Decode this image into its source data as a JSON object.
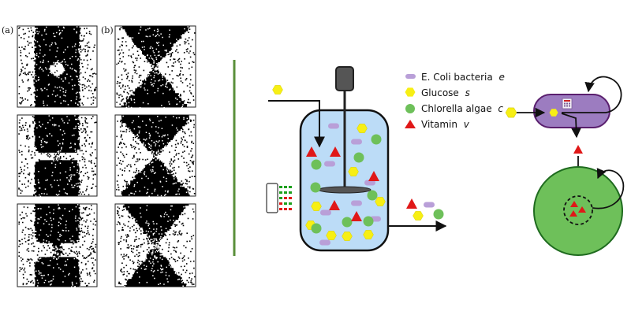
{
  "panels": {
    "a_label": "(a)",
    "b_label": "(b)"
  },
  "legend": [
    {
      "label": "E. Coli bacteria",
      "var": "e",
      "symbol": "ecoli-pill",
      "color": "#b99fd8"
    },
    {
      "label": "Glucose",
      "var": "s",
      "symbol": "hexagon",
      "color": "#f7ef14"
    },
    {
      "label": "Chlorella algae",
      "var": "c",
      "symbol": "circle",
      "color": "#6ec05a"
    },
    {
      "label": "Vitamin",
      "var": "v",
      "symbol": "triangle",
      "color": "#e01818"
    }
  ],
  "colors": {
    "divider": "#5a8f3a",
    "vessel_fill": "#bcdcf7",
    "ecoli_cell": "#9c7cc0",
    "algae_cell": "#6ec05a",
    "sensor_green": "#1ea01e",
    "sensor_red": "#e01818"
  }
}
